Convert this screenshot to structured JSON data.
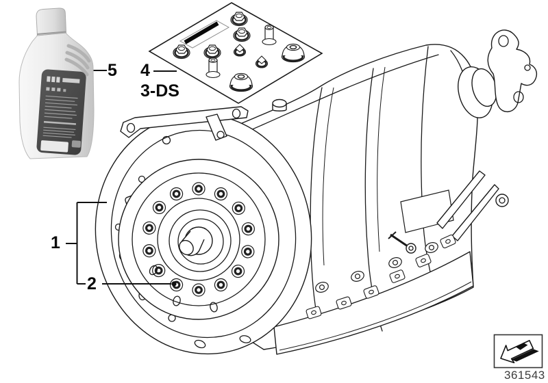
{
  "canvas": {
    "background": "#ffffff",
    "line_color": "#1a1a1a"
  },
  "callouts": {
    "c1": {
      "label": "1"
    },
    "c2": {
      "label": "2"
    },
    "c3ds": {
      "label": "3-DS"
    },
    "c4": {
      "label": "4"
    },
    "c5": {
      "label": "5"
    }
  },
  "footer": {
    "part_number": "361543"
  },
  "icons": {
    "nav_arrow": "arrow-down-left-icon"
  },
  "colors": {
    "bottle_label": "#4a4a4a",
    "bottle_body": "#e6e6e6"
  }
}
